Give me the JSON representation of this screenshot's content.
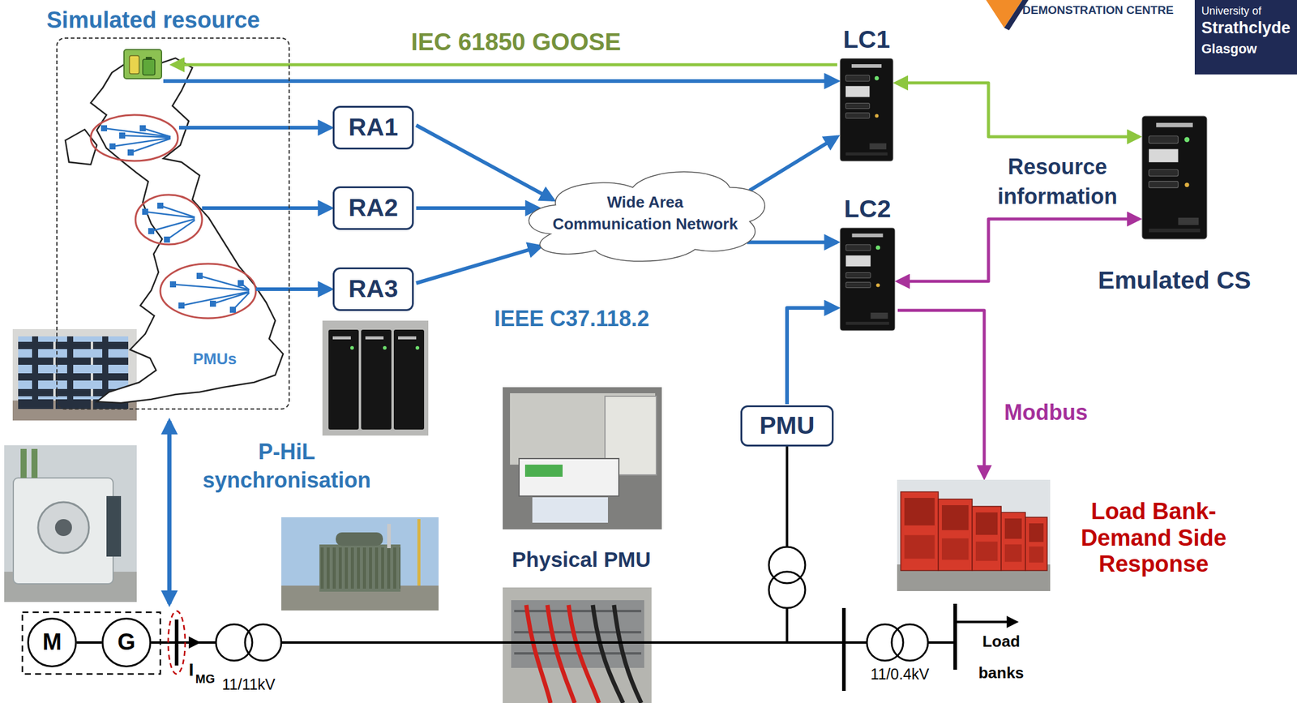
{
  "diagram": {
    "nodes": [
      {
        "text": [
          "Simulated resource",
          "PMUs"
        ]
      },
      {
        "text": [
          "LC1"
        ]
      },
      {
        "text": [
          "RA1"
        ]
      },
      {
        "text": [
          "Wide Area Communication Network"
        ]
      },
      {
        "text": [
          "RA2"
        ]
      },
      {
        "text": [
          "LC2"
        ]
      },
      {
        "text": [
          "Emulated CS"
        ]
      },
      {
        "text": [
          "RA3"
        ]
      },
      {
        "text": [
          "PMU"
        ]
      },
      {
        "text": [
          "Load Bank- Demand Side Response"
        ]
      },
      {
        "text": [
          "M"
        ]
      },
      {
        "text": [
          "G"
        ]
      }
    ],
    "edges": [
      {
        "from": 1,
        "to": 0,
        "label": "IEC 61850 GOOSE",
        "arrow": "to"
      },
      {
        "from": 0,
        "to": 1,
        "arrow": "to"
      },
      {
        "from": 0,
        "to": 2,
        "arrow": "to"
      },
      {
        "from": 0,
        "to": 4,
        "arrow": "to"
      },
      {
        "from": 0,
        "to": 7,
        "arrow": "to"
      },
      {
        "from": 2,
        "to": 3,
        "arrow": "to"
      },
      {
        "from": 4,
        "to": 3,
        "arrow": "to"
      },
      {
        "from": 7,
        "to": 3,
        "arrow": "to"
      },
      {
        "from": 3,
        "to": 1,
        "arrow": "to"
      },
      {
        "from": 3,
        "to": 5,
        "arrow": "to"
      },
      {
        "from": 8,
        "to": 5,
        "arrow": "to"
      },
      {
        "from": 1,
        "to": 6,
        "arrow": "both"
      },
      {
        "from": 5,
        "to": 6,
        "arrow": "both"
      },
      {
        "from": 5,
        "to": 9,
        "label": "Modbus",
        "arrow": "to"
      },
      {
        "from": 10,
        "to": 11,
        "arrow": "none"
      }
    ],
    "labels": [
      "DEMONSTRATION CENTRE",
      "University of",
      "Strathclyde",
      "Glasgow",
      "Resource information",
      "IEEE C37.118.2",
      "P-HiL synchronisation",
      "Physical PMU",
      "I",
      "MG",
      "11/11kV",
      "11/0.4kV",
      "Load banks"
    ]
  }
}
